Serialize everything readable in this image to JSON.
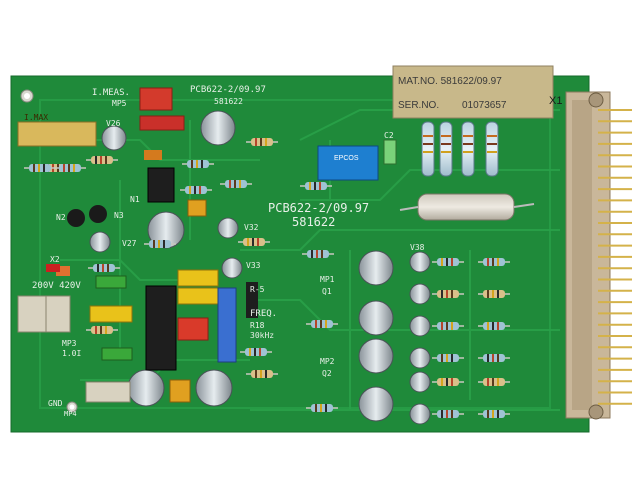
{
  "board": {
    "part_number": "PCB622-2/09.97",
    "part_number_small": "PCB622-2/09.97",
    "code": "581622",
    "code_small": "581622",
    "connector_label": "X1",
    "mat_no_label": "MAT.NO. 581622/09.97",
    "ser_no_label": "SER.NO.",
    "ser_no_value": "01073657",
    "measurement_label": "I.MEAS.",
    "mp5_label": "MP5",
    "imax_label": "I.MAX",
    "v26_label": "V26",
    "n1_label": "N1",
    "n2_label": "N2",
    "n3_label": "N3",
    "v27_label": "V27",
    "v32_label": "V32",
    "v33_label": "V33",
    "v38_label": "V38",
    "r5_label": "R-5",
    "x2_label": "X2",
    "voltage_label": "200V 420V",
    "mp3_label": "MP3",
    "mp3_value": "1.0I",
    "gnd_label": "GND",
    "mp4_label": "MP4",
    "freq_label": "FREQ.",
    "r18_label": "R18",
    "freq_value": "30kHz",
    "mp1_label": "MP1",
    "q1_label": "Q1",
    "mp2_label": "MP2",
    "q2_label": "Q2",
    "c2_label": "C2",
    "epcos_label": "EPCOS"
  },
  "colors": {
    "pcb": "#1f8a3a",
    "pcb_dark": "#176b2c",
    "trace": "#2aa24a",
    "gold": "#c8a84a",
    "connector": "#c9b79a",
    "label_bg": "#c8b88a"
  }
}
